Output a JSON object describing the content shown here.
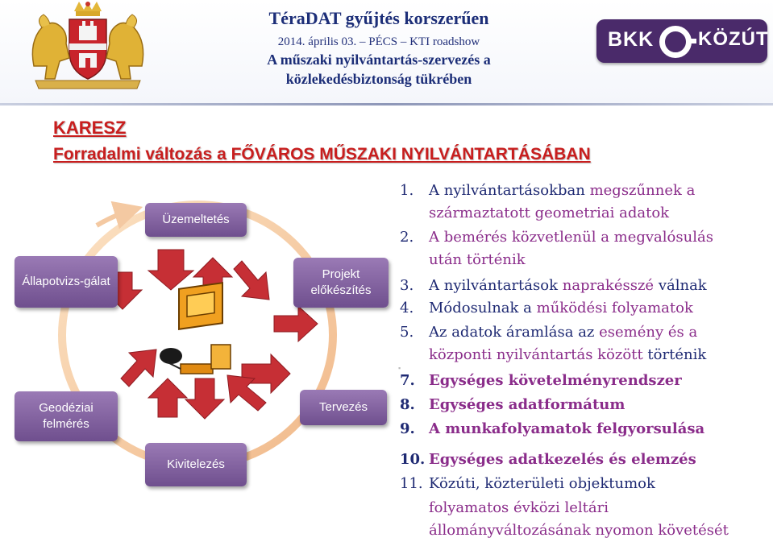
{
  "header": {
    "title": "TéraDAT gyűjtés korszerűen",
    "date_line": "2014. április 03. – PÉCS – KTI roadshow",
    "subtitle_line1": "A műszaki nyilvántartás-szervezés a",
    "subtitle_line2": "közlekedésbiztonság tükrében"
  },
  "logo": {
    "left": "BKK",
    "right": "KÖZÚT",
    "color": "#4a2a6a"
  },
  "slide": {
    "karesz": "KARESZ",
    "headline": "Forradalmi változás a FŐVÁROS MŰSZAKI NYILVÁNTARTÁSÁBAN"
  },
  "cycle": {
    "box_color": "#7b5a9a",
    "stages": [
      "Üzemeltetés",
      "Projekt előkészítés",
      "Tervezés",
      "Kivitelezés",
      "Geodéziai felmérés",
      "Állapotvizs-gálat"
    ]
  },
  "list": {
    "items": [
      {
        "num": "1.",
        "line1": [
          {
            "t": "A nyilvántartásokban "
          },
          {
            "t": "megszűnnek a",
            "h": 1
          }
        ],
        "line2": [
          {
            "t": "származtatott geometriai adatok",
            "h": 1
          }
        ]
      },
      {
        "num": "2.",
        "line1": [
          {
            "t": "A bemérés közvetlenül a megvalósulás",
            "h": 1
          }
        ],
        "line2": [
          {
            "t": "után történik",
            "h": 1
          }
        ]
      },
      {
        "num": "3.",
        "line1": [
          {
            "t": "A nyilvántartások "
          },
          {
            "t": "naprakésszé",
            "h": 1
          },
          {
            "t": " válnak"
          }
        ]
      },
      {
        "num": "4.",
        "line1": [
          {
            "t": "Módosulnak a "
          },
          {
            "t": "működési folyamatok",
            "h": 1
          }
        ]
      },
      {
        "num": "5.",
        "line1": [
          {
            "t": "Az adatok áramlása az "
          },
          {
            "t": "esemény és a",
            "h": 1
          }
        ],
        "line2": [
          {
            "t": "központi nyilvántartás között",
            "h": 1
          },
          {
            "t": " történik"
          }
        ]
      },
      {
        "num": "7.",
        "line1": [
          {
            "t": "Egységes követelményrendszer",
            "h": 1
          }
        ],
        "bold": true
      },
      {
        "num": "8.",
        "line1": [
          {
            "t": "Egységes adatformátum",
            "h": 1
          }
        ],
        "bold": true
      },
      {
        "num": "9.",
        "line1": [
          {
            "t": "A munkafolyamatok felgyorsulása",
            "h": 1
          }
        ],
        "bold": true
      },
      {
        "num": "10.",
        "line1": [
          {
            "t": "Egységes adatkezelés  és elemzés",
            "h": 1
          }
        ],
        "bold": true
      },
      {
        "num": "11.",
        "line1": [
          {
            "t": "Közúti, közterületi objektumok"
          }
        ],
        "line2": [
          {
            "t": "folyamatos évközi leltári",
            "h": 1
          }
        ],
        "line3": [
          {
            "t": "állományváltozásának nyomon követését",
            "h": 1
          }
        ]
      }
    ]
  }
}
